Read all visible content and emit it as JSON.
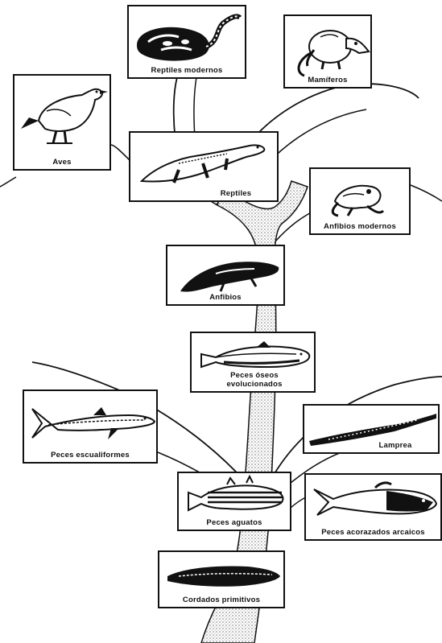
{
  "colors": {
    "ink": "#111111",
    "trunk_fill": "#cfcfcf",
    "paper": "#ffffff"
  },
  "nodes": {
    "reptiles_modernos": {
      "label": "Reptiles modernos",
      "icon": "snake-icon"
    },
    "mamiferos": {
      "label": "Mamíferos",
      "icon": "opossum-icon"
    },
    "aves": {
      "label": "Aves",
      "icon": "bird-icon"
    },
    "reptiles": {
      "label": "Reptiles",
      "icon": "lizard-icon"
    },
    "anfibios_modernos": {
      "label": "Anfibios modernos",
      "icon": "frog-icon"
    },
    "anfibios": {
      "label": "Anfibios",
      "icon": "salamander-icon"
    },
    "peces_oseos": {
      "label": "Peces óseos evolucionados",
      "icon": "lobe-finned-fish-icon"
    },
    "peces_escualiformes": {
      "label": "Peces escualiformes",
      "icon": "shark-icon"
    },
    "lamprea": {
      "label": "Lamprea",
      "icon": "lamprey-icon"
    },
    "peces_aguatos": {
      "label": "Peces aguatos",
      "icon": "spiny-fish-icon"
    },
    "peces_acorazados": {
      "label": "Peces acorazados arcaicos",
      "icon": "armored-fish-icon"
    },
    "cordados_primitivos": {
      "label": "Cordados primitivos",
      "icon": "lancelet-icon"
    }
  }
}
